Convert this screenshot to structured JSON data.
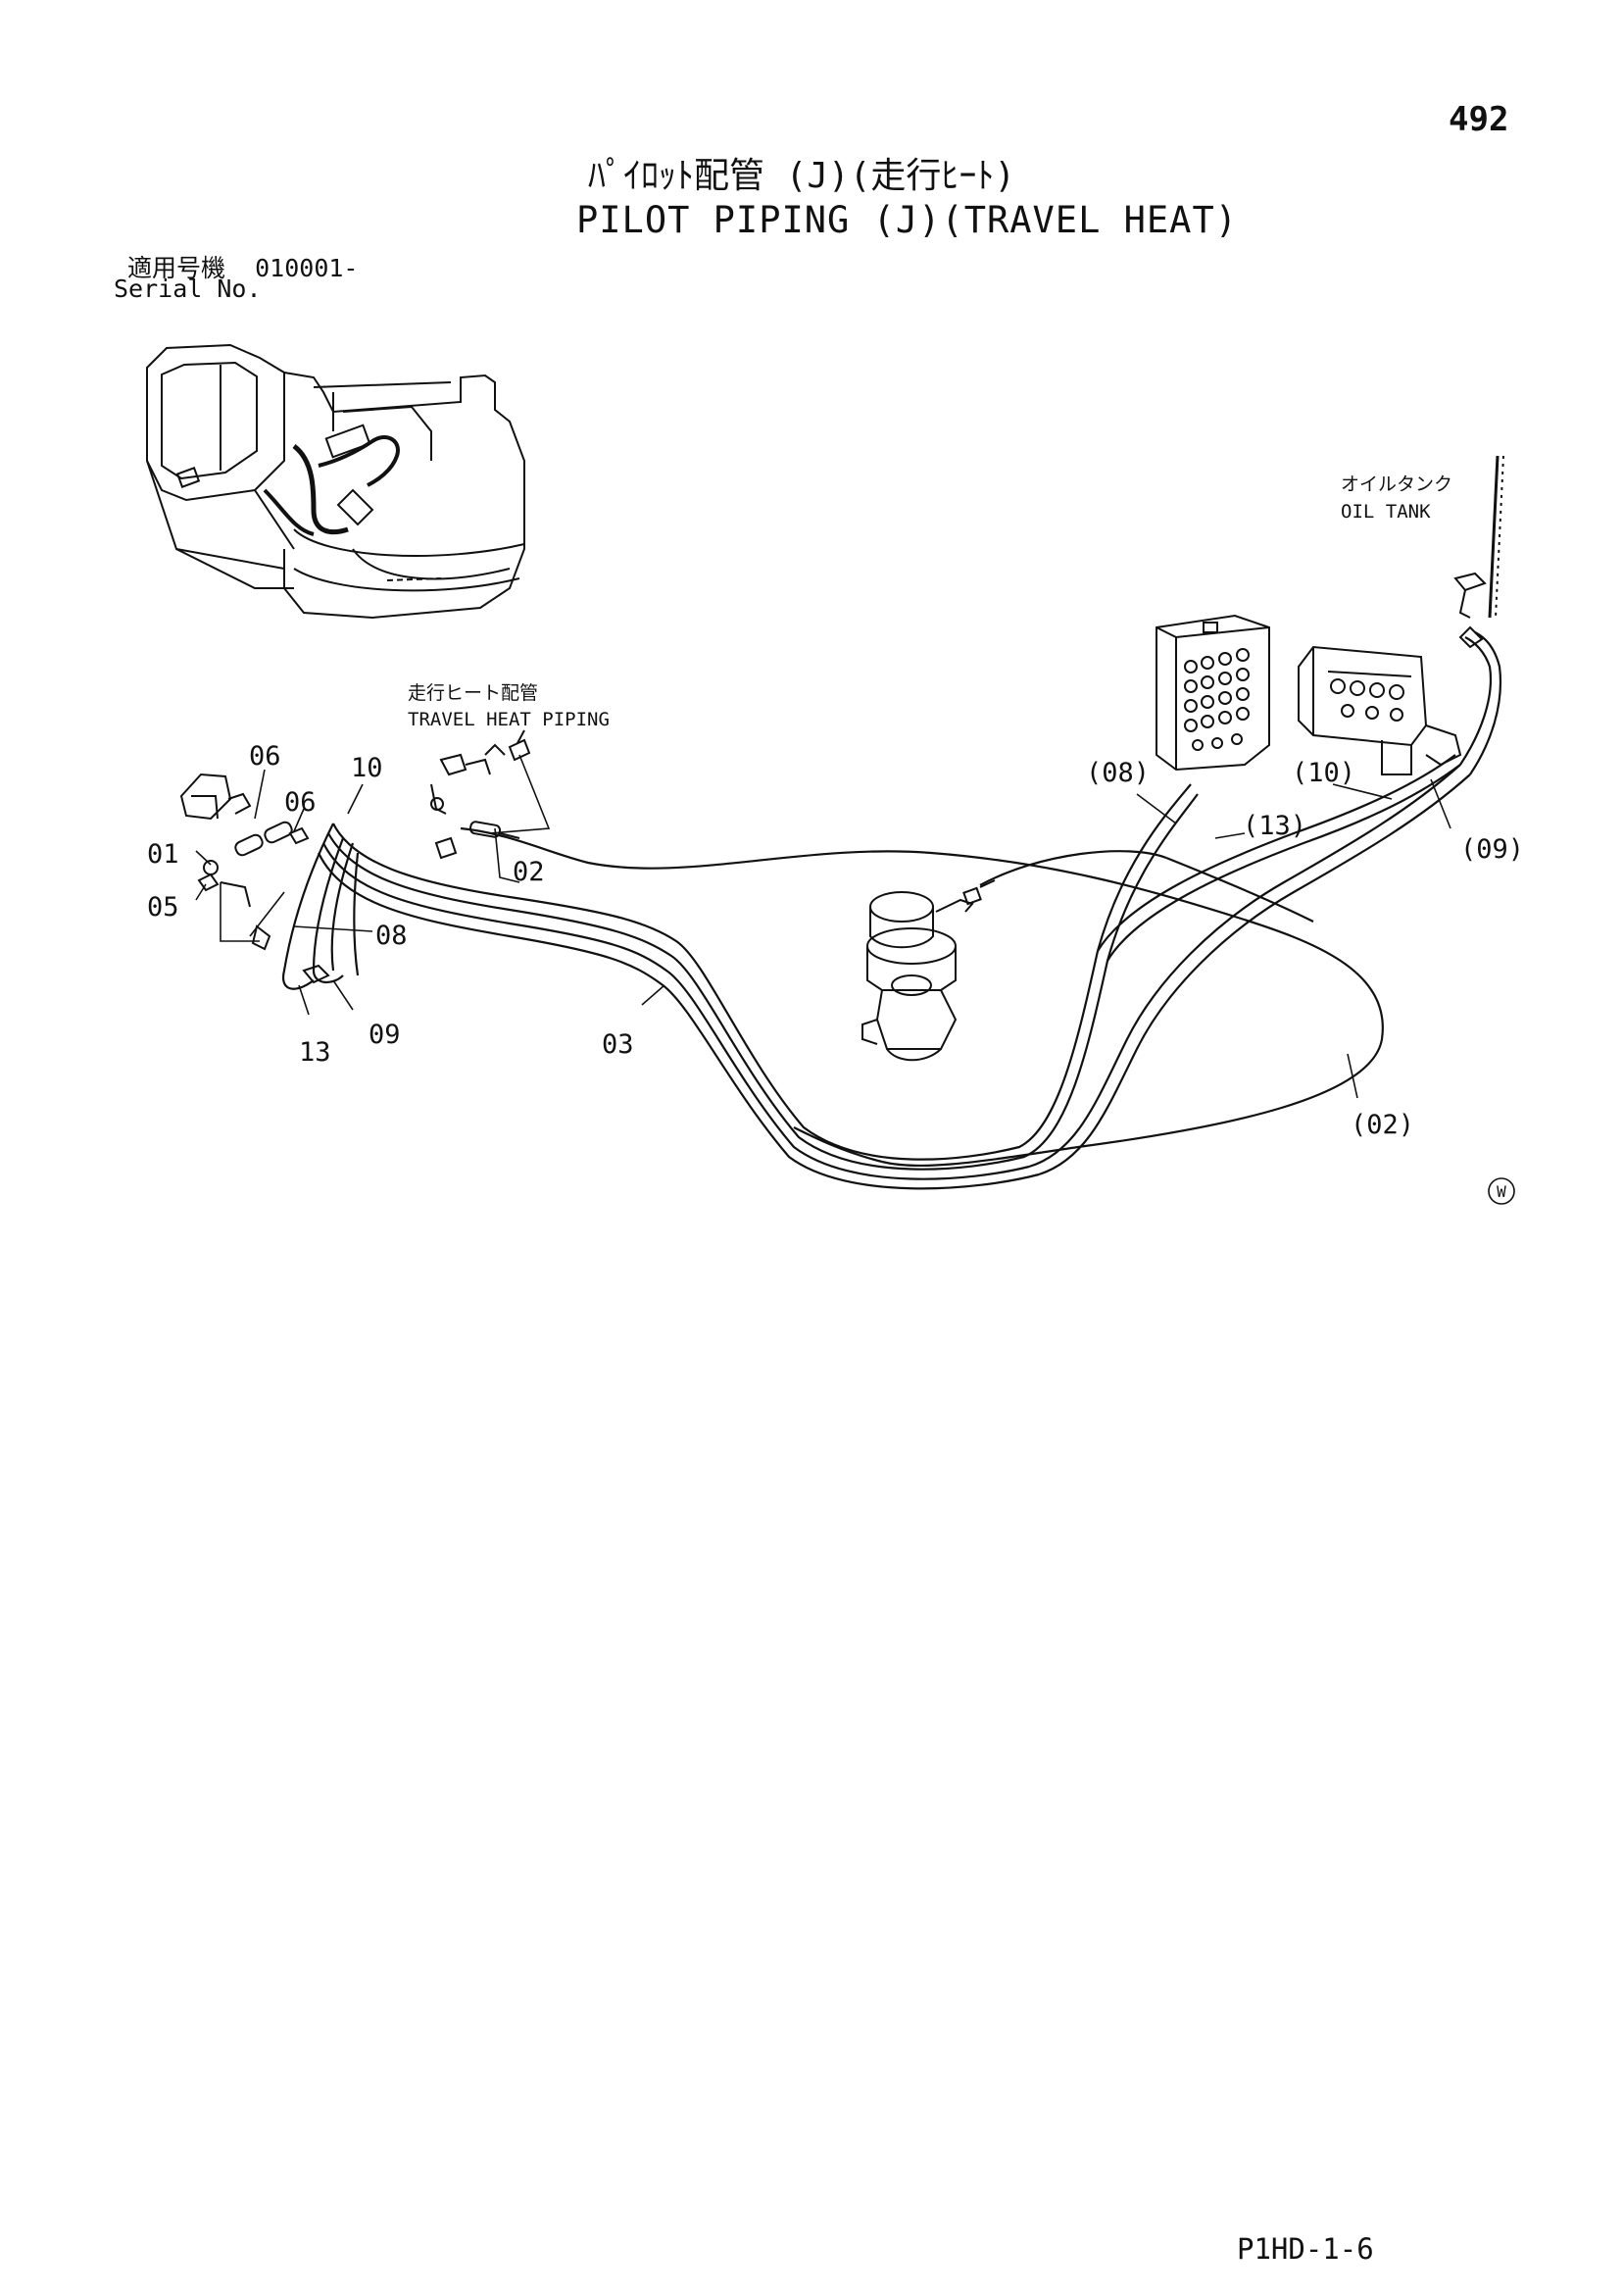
{
  "page_number": "492",
  "title_jp": "ﾊﾟｲﾛｯﾄ配管 (J)(走行ﾋｰﾄ)",
  "title_en": "PILOT PIPING (J)(TRAVEL HEAT)",
  "serial_label_jp": "適用号機",
  "serial_value": "010001-",
  "serial_label_en": "Serial No.",
  "callouts": {
    "oil_tank_jp": "オイルタンク",
    "oil_tank_en": "OIL TANK",
    "travel_heat_jp": "走行ヒート配管",
    "travel_heat_en": "TRAVEL HEAT PIPING"
  },
  "part_refs": {
    "p06a": "06",
    "p06b": "06",
    "p10": "10",
    "p01": "01",
    "p05": "05",
    "p02": "02",
    "p08": "08",
    "p13": "13",
    "p09": "09",
    "p03": "03",
    "r08": "(08)",
    "r10": "(10)",
    "r13": "(13)",
    "r09": "(09)",
    "r02": "(02)"
  },
  "watermark_symbol": "W",
  "footer_code": "P1HD-1-6"
}
